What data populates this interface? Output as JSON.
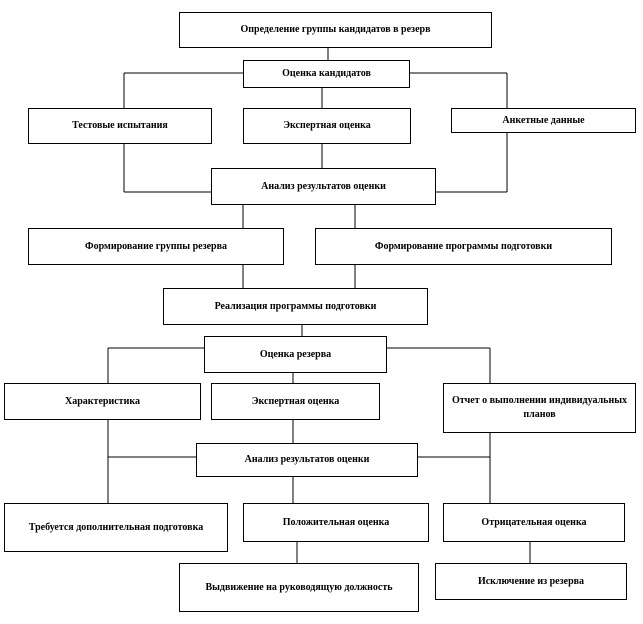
{
  "diagram": {
    "nodes": {
      "definition": "Определение группы кандидатов в резерв",
      "candidate_evaluation": "Оценка кандидатов",
      "testing": "Тестовые испытания",
      "expert_evaluation_1": "Экспертная оценка",
      "questionnaire": "Анкетные данные",
      "analysis_1": "Анализ результатов оценки",
      "form_group": "Формирование группы резерва",
      "form_program": "Формирование программы подготовки",
      "program_implementation": "Реализация программы подготовки",
      "reserve_evaluation": "Оценка резерва",
      "characteristic": "Характеристика",
      "expert_evaluation_2": "Экспертная оценка",
      "plans_report": "Отчет о выполнении индивидуальных планов",
      "analysis_2": "Анализ результатов оценки",
      "additional_training": "Требуется дополнительная подготовка",
      "positive": "Положительная оценка",
      "negative": "Отрицательная оценка",
      "promotion": "Выдвижение на руководящую должность",
      "exclusion": "Исключение из резерва"
    }
  }
}
